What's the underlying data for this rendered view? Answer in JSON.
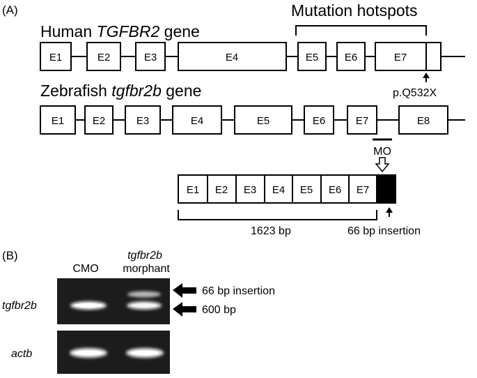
{
  "panel_a": {
    "label": "(A)",
    "human_gene": {
      "prefix": "Human ",
      "gene": "TGFBR2",
      "suffix": " gene"
    },
    "mutation_hotspots": "Mutation hotspots",
    "human_exons": [
      "E1",
      "E2",
      "E3",
      "E4",
      "E5",
      "E6",
      "E7"
    ],
    "mutation": "p.Q532X",
    "zebrafish_gene": {
      "prefix": "Zebrafish ",
      "gene": "tgfbr2b",
      "suffix": " gene"
    },
    "zebrafish_exons": [
      "E1",
      "E2",
      "E3",
      "E4",
      "E5",
      "E6",
      "E7",
      "E8"
    ],
    "morpholino": "MO",
    "transcript_exons": [
      "E1",
      "E2",
      "E3",
      "E4",
      "E5",
      "E6",
      "E7"
    ],
    "length_label": "1623 bp",
    "insertion_label": "66 bp insertion"
  },
  "panel_b": {
    "label": "(B)",
    "lane_control": "CMO",
    "lane_morphant_gene": "tgfbr2b",
    "lane_morphant_word": "morphant",
    "row_tgfbr2b": "tgfbr2b",
    "row_actb": "actb",
    "band_insertion": "66 bp insertion",
    "band_600": "600 bp"
  },
  "colors": {
    "ink": "#000000",
    "gel_bg": "#1c1c1c",
    "band": "#e8e8e8",
    "insertion_block": "#000000"
  }
}
